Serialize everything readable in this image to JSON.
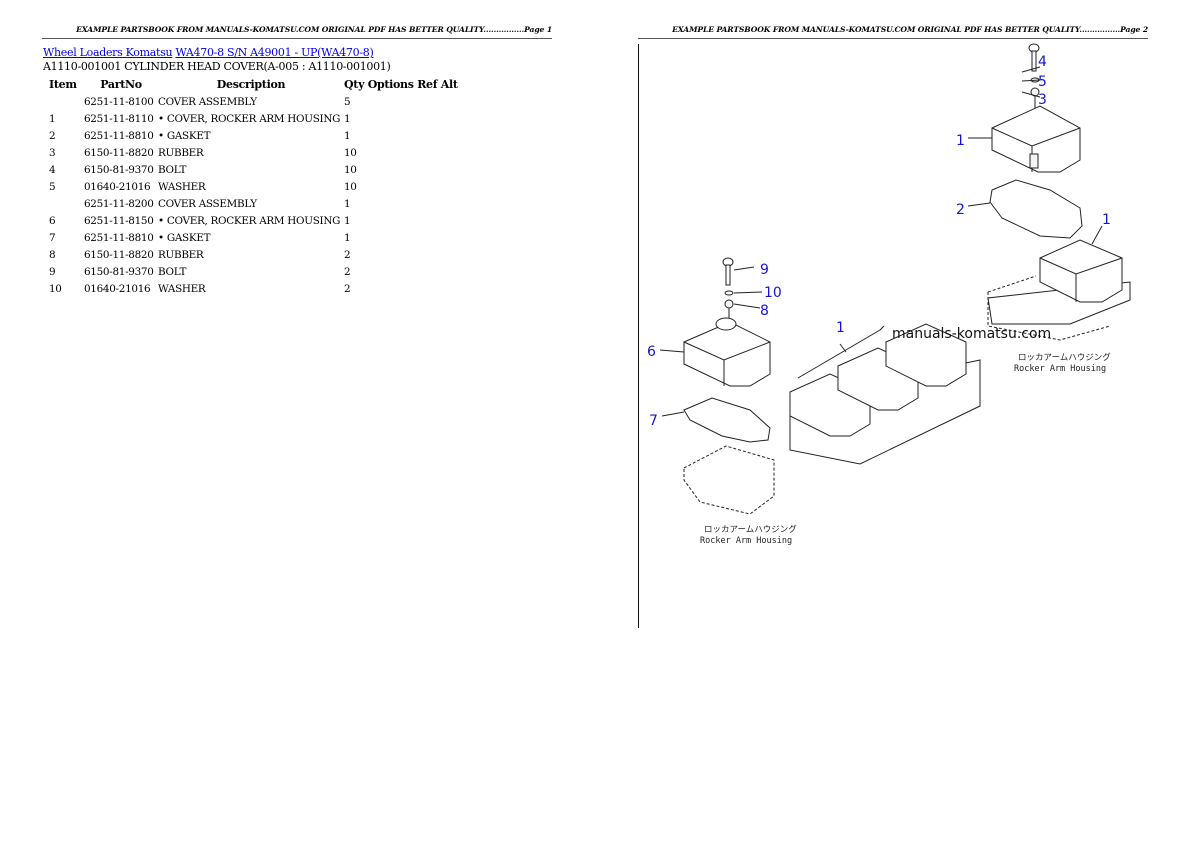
{
  "pages": [
    {
      "header": "EXAMPLE PARTSBOOK FROM MANUALS-KOMATSU.COM ORIGINAL PDF HAS BETTER QUALITY................Page 1"
    },
    {
      "header": "EXAMPLE PARTSBOOK FROM MANUALS-KOMATSU.COM ORIGINAL PDF HAS BETTER QUALITY................Page 2"
    }
  ],
  "breadcrumb": {
    "category": "Wheel Loaders Komatsu",
    "model": "WA470-8 S/N A49001 - UP(WA470-8)"
  },
  "subtitle": "A1110-001001 CYLINDER HEAD COVER(A-005 : A1110-001001)",
  "table": {
    "headers": {
      "item": "Item",
      "partno": "PartNo",
      "description": "Description",
      "qty": "Qty",
      "options": "Options",
      "ref": "Ref",
      "alt": "Alt"
    },
    "rows": [
      {
        "item": "",
        "partno": "6251-11-8100",
        "description": "COVER ASSEMBLY",
        "qty": "5"
      },
      {
        "item": "1",
        "partno": "6251-11-8110",
        "description": "• COVER, ROCKER ARM HOUSING",
        "qty": "1"
      },
      {
        "item": "2",
        "partno": "6251-11-8810",
        "description": "• GASKET",
        "qty": "1"
      },
      {
        "item": "3",
        "partno": "6150-11-8820",
        "description": "RUBBER",
        "qty": "10"
      },
      {
        "item": "4",
        "partno": "6150-81-9370",
        "description": "BOLT",
        "qty": "10"
      },
      {
        "item": "5",
        "partno": "01640-21016",
        "description": "WASHER",
        "qty": "10"
      },
      {
        "item": "",
        "partno": "6251-11-8200",
        "description": "COVER ASSEMBLY",
        "qty": "1"
      },
      {
        "item": "6",
        "partno": "6251-11-8150",
        "description": "• COVER, ROCKER ARM HOUSING",
        "qty": "1"
      },
      {
        "item": "7",
        "partno": "6251-11-8810",
        "description": "• GASKET",
        "qty": "1"
      },
      {
        "item": "8",
        "partno": "6150-11-8820",
        "description": "RUBBER",
        "qty": "2"
      },
      {
        "item": "9",
        "partno": "6150-81-9370",
        "description": "BOLT",
        "qty": "2"
      },
      {
        "item": "10",
        "partno": "01640-21016",
        "description": "WASHER",
        "qty": "2"
      }
    ]
  },
  "diagram": {
    "callouts": [
      "4",
      "5",
      "3",
      "1",
      "2",
      "1",
      "9",
      "10",
      "8",
      "6",
      "7",
      "1"
    ],
    "watermark": "manuals-komatsu.com",
    "label_jp": "ロッカアームハウジング",
    "label_en": "Rocker Arm Housing",
    "callout_color": "#1515d0"
  }
}
